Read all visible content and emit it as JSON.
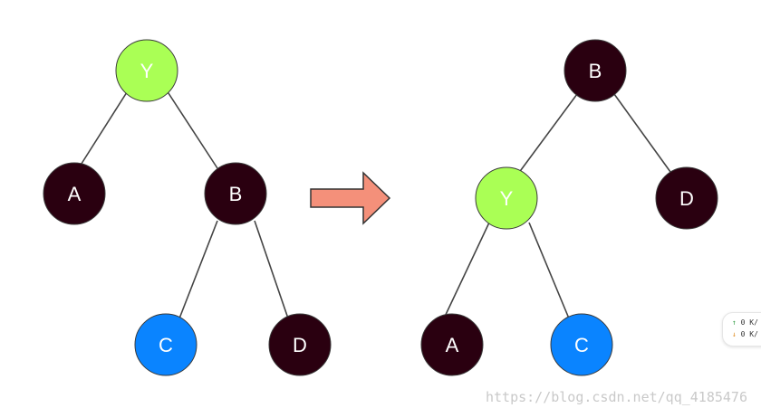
{
  "colors": {
    "edge": "#444444",
    "dark_node": "#2a0010",
    "green_node": "#aaff55",
    "blue_node": "#0a84ff",
    "arrow_fill": "#f4907a",
    "arrow_stroke": "#333333"
  },
  "left_tree": {
    "nodes": [
      {
        "label": "Y",
        "color": "green_node"
      },
      {
        "label": "A",
        "color": "dark_node"
      },
      {
        "label": "B",
        "color": "dark_node"
      },
      {
        "label": "C",
        "color": "blue_node"
      },
      {
        "label": "D",
        "color": "dark_node"
      }
    ]
  },
  "right_tree": {
    "nodes": [
      {
        "label": "B",
        "color": "dark_node"
      },
      {
        "label": "Y",
        "color": "green_node"
      },
      {
        "label": "D",
        "color": "dark_node"
      },
      {
        "label": "A",
        "color": "dark_node"
      },
      {
        "label": "C",
        "color": "blue_node"
      }
    ]
  },
  "speed_widget": {
    "up_arrow": "↑",
    "up_value": "0  K/",
    "down_arrow": "↓",
    "down_value": "0  K/"
  },
  "watermark": "https://blog.csdn.net/qq_4185476"
}
